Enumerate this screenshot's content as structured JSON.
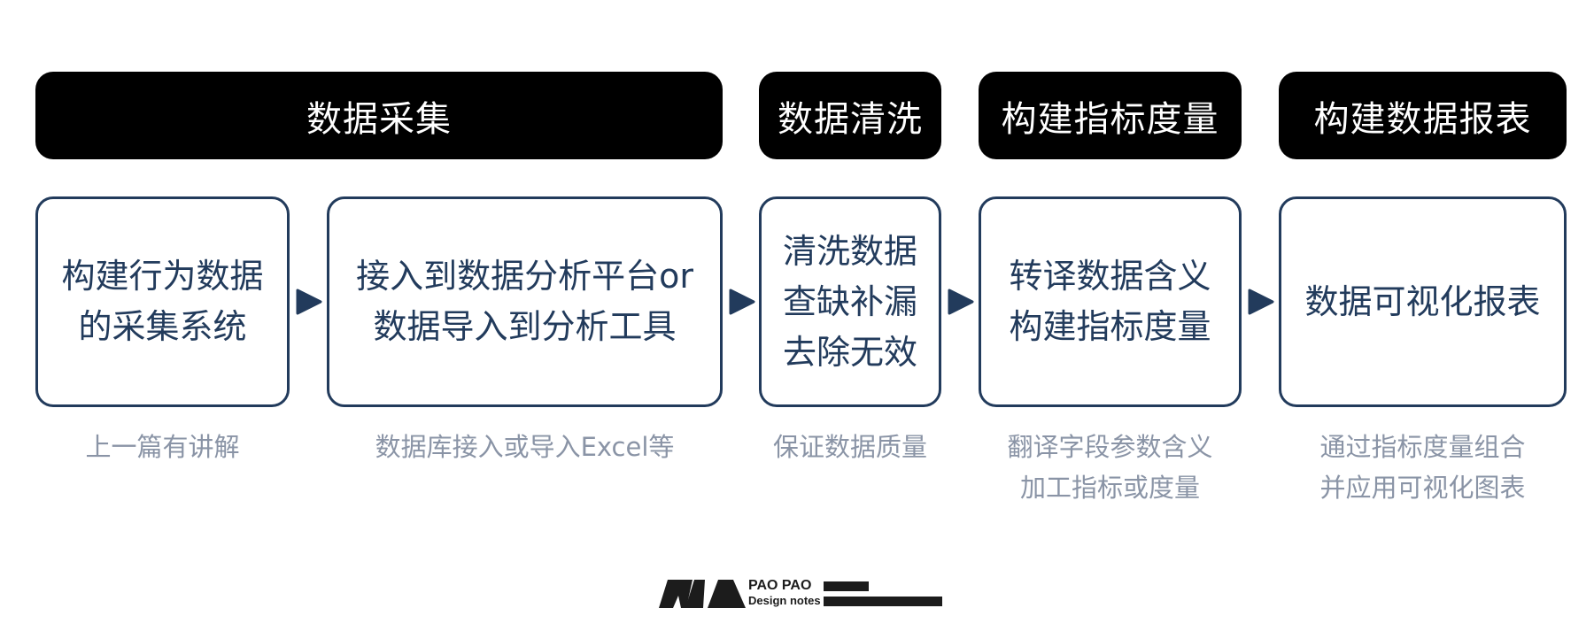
{
  "headers": [
    "数据采集",
    "数据清洗",
    "构建指标度量",
    "构建数据报表"
  ],
  "boxes": [
    {
      "lines": [
        "构建行为数据",
        "的采集系统"
      ]
    },
    {
      "lines": [
        "接入到数据分析平台or",
        "数据导入到分析工具"
      ]
    },
    {
      "lines": [
        "清洗数据",
        "查缺补漏",
        "去除无效"
      ]
    },
    {
      "lines": [
        "转译数据含义",
        "构建指标度量"
      ]
    },
    {
      "lines": [
        "数据可视化报表"
      ]
    }
  ],
  "notes": [
    {
      "lines": [
        "上一篇有讲解"
      ]
    },
    {
      "lines": [
        "数据库接入或导入Excel等"
      ]
    },
    {
      "lines": [
        "保证数据质量"
      ]
    },
    {
      "lines": [
        "翻译字段参数含义",
        "加工指标或度量"
      ]
    },
    {
      "lines": [
        "通过指标度量组合",
        "并应用可视化图表"
      ]
    }
  ],
  "logo": {
    "line1": "PAO PAO",
    "line2": "Design notes"
  },
  "colors": {
    "header_bg": "#000000",
    "box_border": "#223b5c",
    "note_text": "#8a94a6",
    "arrow": "#223b5c"
  }
}
